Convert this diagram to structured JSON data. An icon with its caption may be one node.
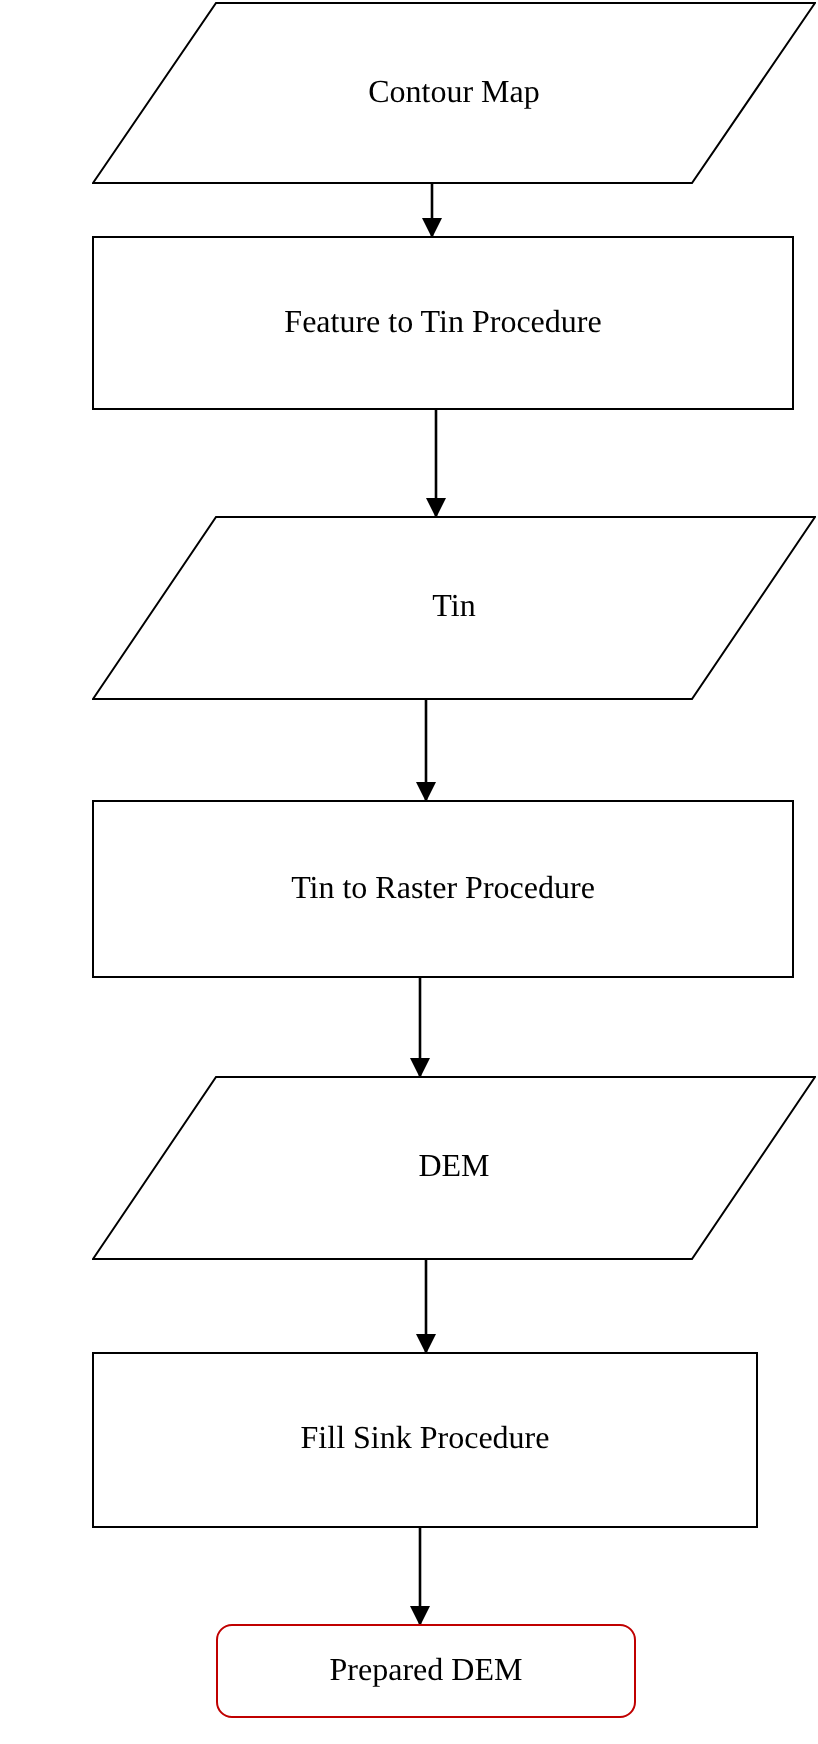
{
  "diagram": {
    "nodes": [
      {
        "text": [
          "Contour Map"
        ]
      },
      {
        "text": [
          "Feature to Tin Procedure"
        ]
      },
      {
        "text": [
          "Tin"
        ]
      },
      {
        "text": [
          "Tin to Raster Procedure"
        ]
      },
      {
        "text": [
          "DEM"
        ]
      },
      {
        "text": [
          "Fill Sink Procedure"
        ]
      },
      {
        "text": [
          "Prepared DEM"
        ]
      }
    ],
    "edges": [
      {
        "from": 0,
        "to": 1,
        "arrow": "to"
      },
      {
        "from": 1,
        "to": 2,
        "arrow": "to"
      },
      {
        "from": 2,
        "to": 3,
        "arrow": "to"
      },
      {
        "from": 3,
        "to": 4,
        "arrow": "to"
      },
      {
        "from": 4,
        "to": 5,
        "arrow": "to"
      },
      {
        "from": 5,
        "to": 6,
        "arrow": "to",
        "color": "#000000"
      }
    ]
  }
}
